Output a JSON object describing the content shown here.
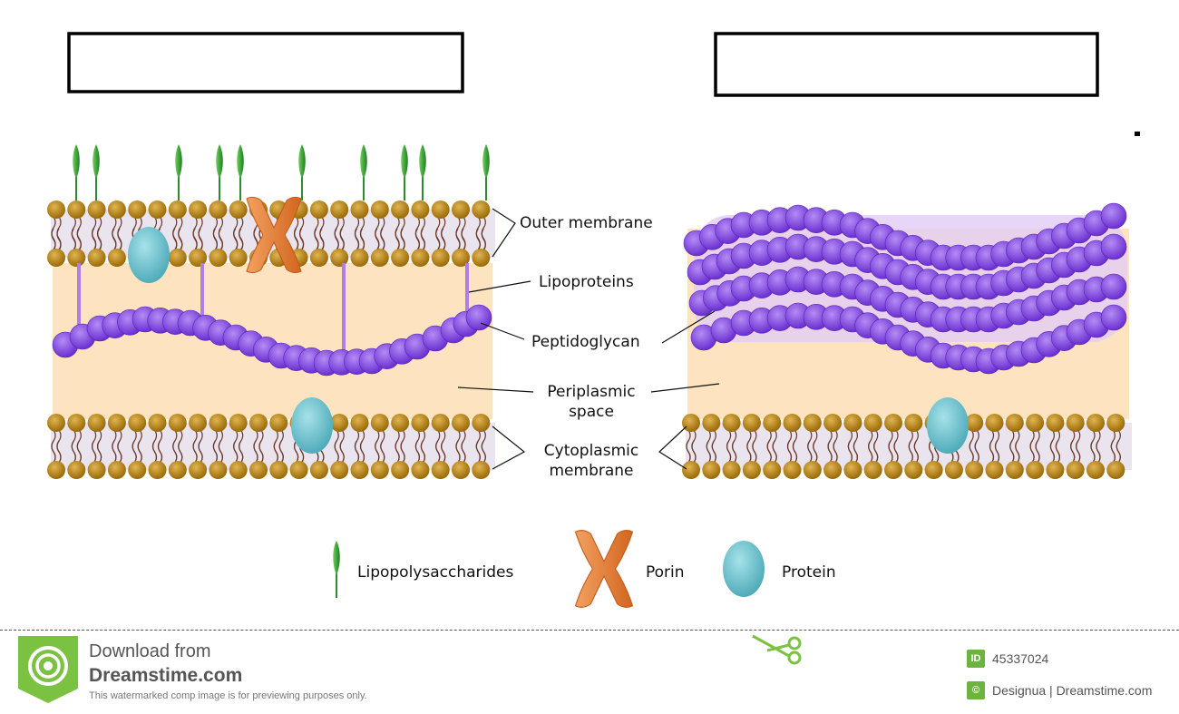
{
  "title_boxes": {
    "left_text": "",
    "right_text": ""
  },
  "labels": {
    "outer_membrane": "Outer membrane",
    "lipoproteins": "Lipoproteins",
    "peptidoglycan": "Peptidoglycan",
    "periplasmic_1": "Periplasmic",
    "periplasmic_2": "space",
    "cytoplasmic_1": "Cytoplasmic",
    "cytoplasmic_2": "membrane"
  },
  "legend": {
    "lps": "Lipopolysaccharides",
    "porin": "Porin",
    "protein": "Protein"
  },
  "colors": {
    "periplasm": "#fde3bf",
    "lipid_head": "#b8860b",
    "lipid_tail": "#6b3a2a",
    "peptidoglycan": "#8a4fe0",
    "lps": "#3aa33a",
    "porin": "#e8843a",
    "protein": "#6cc4cf",
    "lipoprotein": "#b07ee8"
  },
  "footer": {
    "download_line1": "Download from",
    "download_line2": "Dreamstime.com",
    "note": "This watermarked comp image is for previewing purposes only.",
    "id_badge": "ID",
    "id_value": "45337024",
    "copyright_badge": "©",
    "credit": "Designua | Dreamstime.com"
  }
}
